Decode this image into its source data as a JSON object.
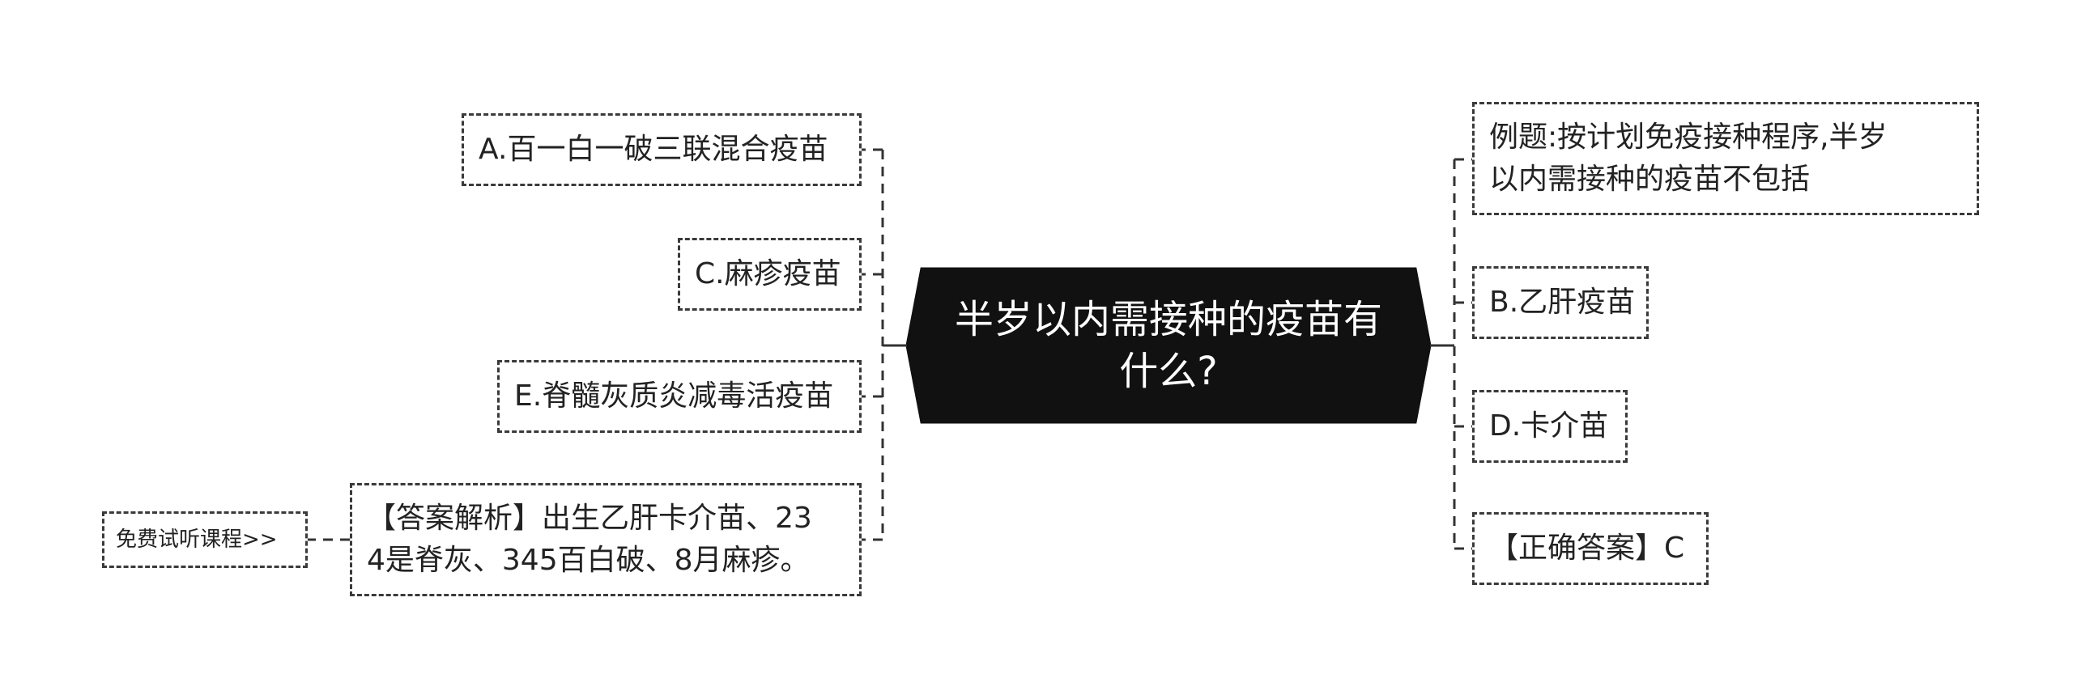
{
  "central_topic": {
    "line1": "半岁以内需接种的疫苗有",
    "line2": "什么?"
  },
  "left_branches": [
    {
      "label": "A.百一白一破三联混合疫苗"
    },
    {
      "label": "C.麻疹疫苗"
    },
    {
      "label": "E.脊髓灰质炎减毒活疫苗"
    },
    {
      "line1": "【答案解析】出生乙肝卡介苗、23",
      "line2": "4是脊灰、345百白破、8月麻疹。"
    }
  ],
  "free_course_link": "免费试听课程>>",
  "right_branches": [
    {
      "line1": "例题:按计划免疫接种程序,半岁",
      "line2": "以内需接种的疫苗不包括"
    },
    {
      "label": "B.乙肝疫苗"
    },
    {
      "label": "D.卡介苗"
    },
    {
      "label": "【正确答案】C"
    }
  ],
  "colors": {
    "center_fill": "#111111",
    "center_text": "#ffffff",
    "line": "#333333",
    "node_border": "#3a3a3a"
  }
}
